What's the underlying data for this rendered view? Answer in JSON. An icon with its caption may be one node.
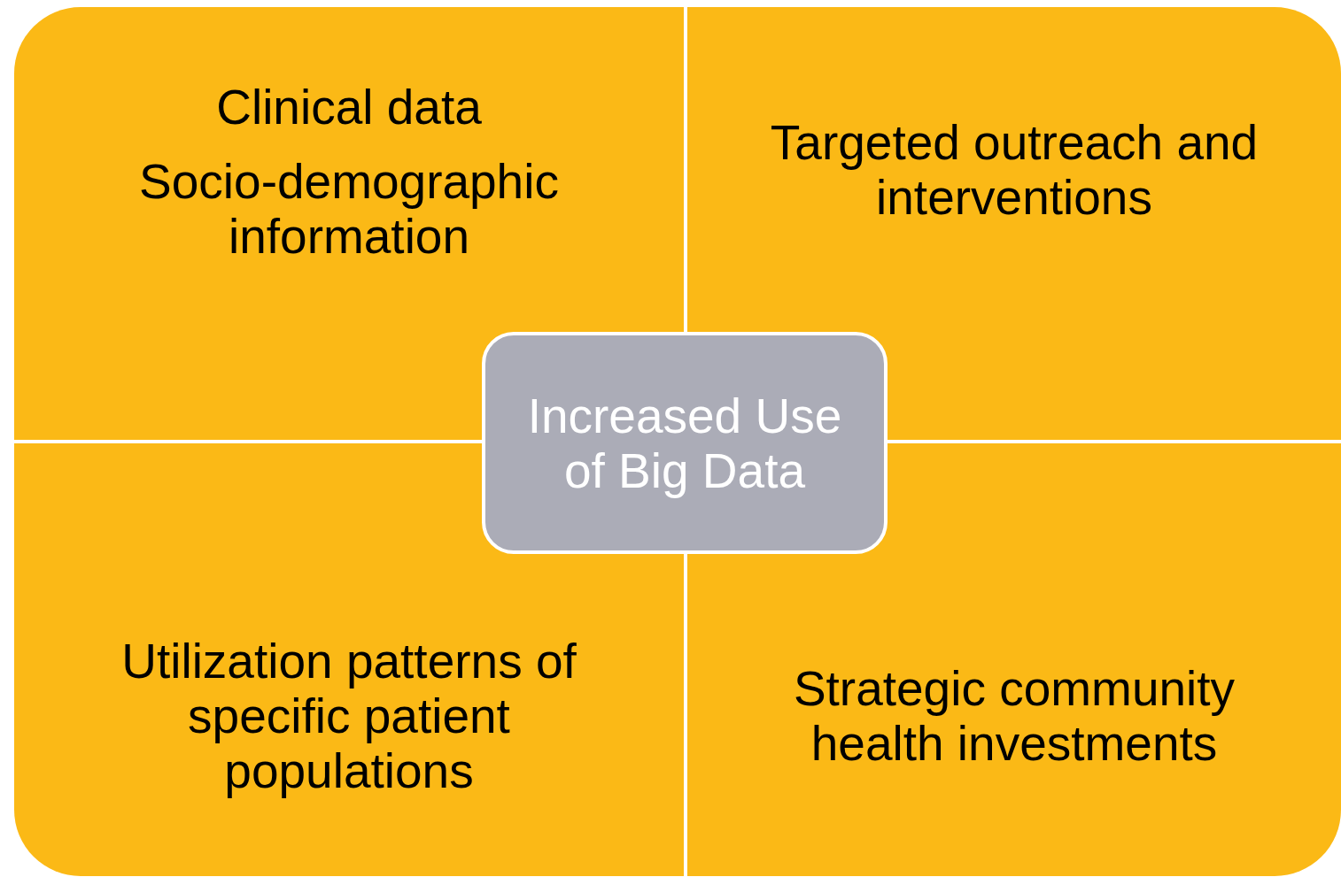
{
  "diagram": {
    "nodes": [
      {
        "text": [
          "Clinical data",
          "Socio-demographic information"
        ]
      },
      {
        "text": [
          "Targeted outreach and interventions"
        ]
      },
      {
        "text": [
          "Utilization patterns of specific patient populations"
        ]
      },
      {
        "text": [
          "Strategic community health investments"
        ]
      },
      {
        "text": [
          "Increased Use of Big Data"
        ]
      }
    ],
    "edges": []
  }
}
